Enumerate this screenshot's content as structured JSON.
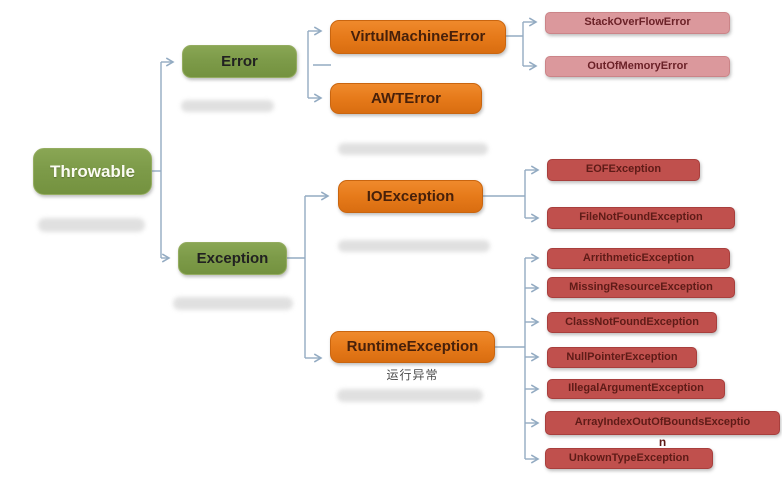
{
  "colors": {
    "background": "#ffffff",
    "green": "#7d9b49",
    "green_border": "#94ac60",
    "orange": "#e67a1a",
    "orange_border": "#c9650f",
    "pink": "#db989c",
    "pink_border": "#cb8488",
    "red": "#c0504d",
    "red_border": "#a83f3d",
    "connector": "#93abc2",
    "redacted_bar": "#d9d9d9",
    "root_text": "#fbfbf2",
    "branch_text": "#212121",
    "orange_text": "#47200a",
    "leaf_pink_text": "#6b2127",
    "leaf_red_text": "#5e1b17",
    "caption_text": "#4a4a4a"
  },
  "tree": {
    "root": {
      "label": "Throwable"
    },
    "branches": {
      "error": {
        "label": "Error"
      },
      "exception": {
        "label": "Exception"
      }
    },
    "subbranches": {
      "virtual_machine_error": {
        "label": "VirtulMachineError"
      },
      "awt_error": {
        "label": "AWTError"
      },
      "io_exception": {
        "label": "IOException"
      },
      "runtime_exception": {
        "label": "RuntimeException",
        "caption": "运行异常"
      }
    },
    "leaves": {
      "stack_overflow_error": {
        "label": "StackOverFlowError"
      },
      "out_of_memory_error": {
        "label": "OutOfMemoryError"
      },
      "eof_exception": {
        "label": "EOFException"
      },
      "file_not_found_exception": {
        "label": "FileNotFoundException"
      },
      "arrithmetic_exception": {
        "label": "ArrithmeticException"
      },
      "missing_resource_exception": {
        "label": "MissingResourceException"
      },
      "class_not_found_exception": {
        "label": "ClassNotFoundException"
      },
      "null_pointer_exception": {
        "label": "NullPointerException"
      },
      "illegal_argument_exception": {
        "label": "IllegalArgumentException"
      },
      "array_index_out_of_bounds_exception": {
        "label": "ArrayIndexOutOfBoundsExceptio",
        "overflow_char": "n"
      },
      "unkown_type_exception": {
        "label": "UnkownTypeException"
      }
    }
  }
}
